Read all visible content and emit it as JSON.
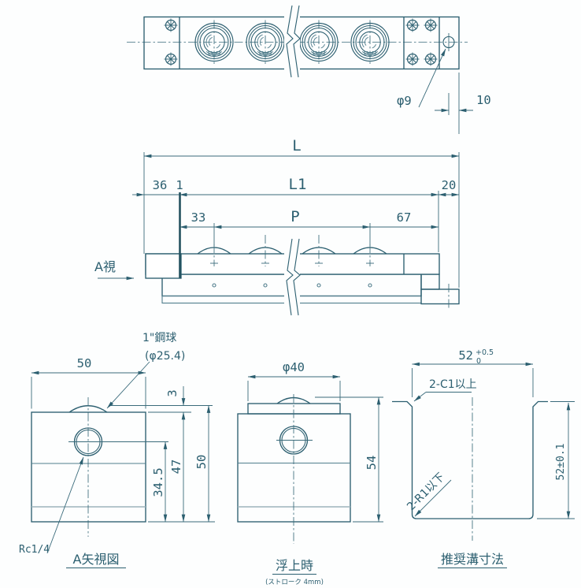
{
  "colors": {
    "line": "#2c5f70",
    "light_line": "#9db4bc",
    "background": "#ffffff"
  },
  "views": {
    "plan": {
      "dim_hole": "φ9",
      "dim_edge": "10"
    },
    "front": {
      "label_view_arrow": "A視",
      "dim_total_length": "L",
      "dim_mount_length": "L1",
      "dim_pitch": "P",
      "dim_end_left": "36",
      "dim_plate": "1",
      "dim_end_right": "20",
      "dim_first_pitch": "33",
      "dim_last_pitch": "67"
    },
    "view_a": {
      "title": "A矢視図",
      "label_ball_line1": "1\"鋼球",
      "label_ball_line2": "(φ25.4)",
      "dim_width": "50",
      "dim_ball_height": "3",
      "dim_port_height": "34.5",
      "dim_body_height": "47",
      "dim_total_height": "50",
      "label_port": "Rc1/4"
    },
    "lifted": {
      "title": "浮上時",
      "subtitle": "(ストローク 4mm)",
      "dim_pad": "φ40",
      "dim_total_height": "54"
    },
    "groove": {
      "title": "推奨溝寸法",
      "dim_width_base": "52",
      "dim_width_tol_up": "+0.5",
      "dim_width_tol_low": "0",
      "label_chamfer": "2-C1以上",
      "label_radius": "2-R1以下",
      "dim_depth": "52±0.1"
    }
  }
}
